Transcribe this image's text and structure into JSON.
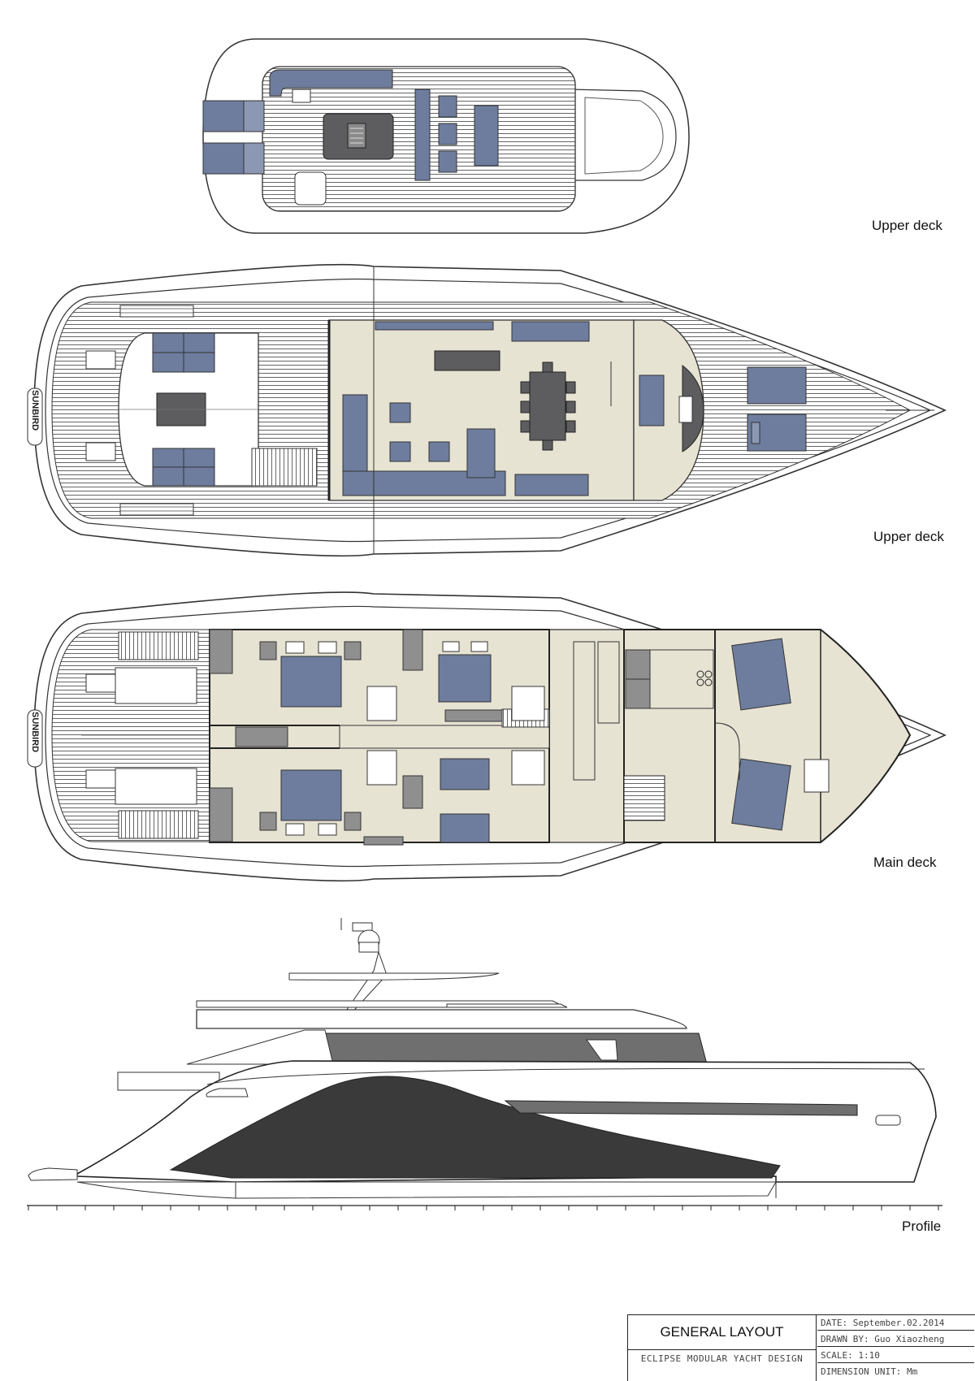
{
  "labels": {
    "upper_deck_top": "Upper deck",
    "upper_deck_mid": "Upper deck",
    "main_deck": "Main deck",
    "profile": "Profile"
  },
  "hull_name": "SUNBIRD",
  "title_block": {
    "title": "GENERAL LAYOUT",
    "project": "ECLIPSE MODULAR YACHT DESIGN",
    "date": "DATE: September.02.2014",
    "drawn_by": "DRAWN BY: Guo Xiaozheng",
    "scale": "SCALE: 1:10",
    "dimension_unit": "DIMENSION UNIT: Mm"
  },
  "colors": {
    "furniture": "#6e7d9e",
    "interior_floor": "#e7e3d3",
    "teak_lines": "#555555",
    "dark_hull": "#3a3a3a",
    "grey_panel": "#8f8f8f"
  }
}
